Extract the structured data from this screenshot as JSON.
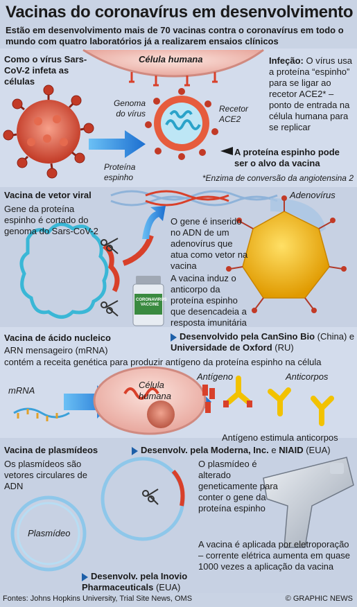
{
  "header": {
    "title": "Vacinas do coronavírus em desenvolvimento",
    "subtitle": "Estão em desenvolvimento mais de 70 vacinas contra o coronavírus em todo o mundo com quatro laboratórios já a realizarem ensaios clínicos"
  },
  "infection": {
    "heading": "Como o vírus Sars-CoV-2 infeta as células",
    "cell_label": "Célula humana",
    "genome_label": "Genoma do vírus",
    "receptor_label": "Recetor ACE2",
    "spike_label": "Proteína espinho",
    "info_heading": "Infeção:",
    "info_text": "O vírus usa a proteína “espinho” para se ligar ao recetor ACE2* – ponto de entrada na célula humana para se replicar",
    "target_text": "A proteína espinho pode ser o alvo da vacina",
    "footnote": "*Enzima de conversão da angiotensina 2"
  },
  "viral_vector": {
    "heading": "Vacina de vetor viral",
    "gene_text": "Gene da proteína espinho é cortado do genoma do Sars-CoV-2",
    "adenovirus_label": "Adenovírus",
    "insert_text": "O gene é inserido no ADN de um adenovírus que atua como vetor na vacina",
    "induce_text": "A vacina induz o anticorpo da proteína espinho que desencadeia a resposta imunitária",
    "developer_prefix": "Desenvolvido pela CanSino Bio",
    "developer_country1": "(China)",
    "developer_mid": "e",
    "developer_uni": "Universidade de Oxford",
    "developer_country2": "(RU)",
    "vial_label": "CORONAVIRUS VACCINE"
  },
  "nucleic": {
    "heading": "Vacina de ácido nucleico",
    "line1": "ARN mensageiro (mRNA)",
    "line2": "contém a receita genética para produzir antígeno da proteína espinho na célula",
    "mrna_label": "mRNA",
    "cell_label": "Célula humana",
    "antigen_label": "Antígeno",
    "antibody_label": "Anticorpos",
    "stimulates_text": "Antígeno estimula anticorpos",
    "developer": "Desenvolv. pela Moderna, Inc.",
    "developer_mid": "e",
    "developer_2": "NIAID",
    "developer_country": "(EUA)"
  },
  "plasmid": {
    "heading": "Vacina de plasmídeos",
    "intro": "Os plasmídeos são vetores circulares de ADN",
    "plasmid_label": "Plasmídeo",
    "altered_text": "O plasmídeo é alterado geneticamente para conter o gene da proteína espinho",
    "applied_text": "A vacina é aplicada por eletroporação – corrente elétrica aumenta em quase 1000 vezes a aplicação da vacina",
    "developer": "Desenvolv. pela Inovio Pharmaceuticals",
    "developer_country": "(EUA)"
  },
  "footer": {
    "sources": "Fontes: Johns Hopkins University, Trial Site News, OMS",
    "credit": "© GRAPHIC NEWS"
  },
  "colors": {
    "background": "#c9d3e4",
    "virus_red": "#d8402a",
    "arrow_blue": "#2d8fe0",
    "cell_pink": "#f0b8b0",
    "accent_dark_blue": "#1d5fa8",
    "antibody_yellow": "#f2c200"
  }
}
